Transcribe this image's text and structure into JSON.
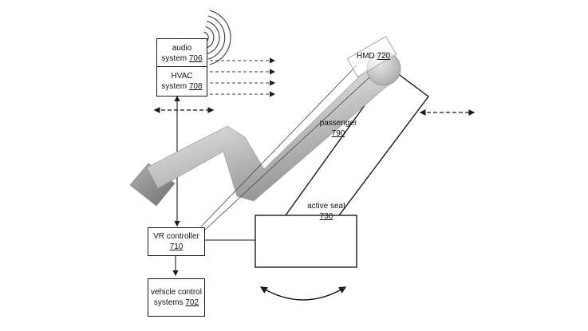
{
  "figure": {
    "type": "patent-style-system-diagram",
    "boxes": {
      "audio_system": {
        "line1": "audio",
        "line2": "system",
        "ref": "706"
      },
      "hvac_system": {
        "line1": "HVAC",
        "line2": "system",
        "ref": "708"
      },
      "vr_controller": {
        "line1": "VR controller",
        "ref": "710"
      },
      "vehicle_control_systems": {
        "line1": "vehicle control",
        "line2": "systems",
        "ref": "702"
      }
    },
    "labels": {
      "hmd": {
        "text": "HMD",
        "ref": "720"
      },
      "passenger": {
        "text": "passenger",
        "ref": "790"
      },
      "active_seat": {
        "text": "active seat",
        "ref": "730"
      }
    },
    "colors": {
      "line": "#1b1b1b",
      "passenger_gradient_start": "#f4f4f4",
      "passenger_gradient_end": "#878787",
      "hmd_outline": "#b3b3b3"
    },
    "icons": {
      "sound_waves": "speaker-wave-arcs",
      "airflow": "dashed-right-arrows",
      "seat_translation": "double-headed-dashed-arrow",
      "seat_rotation": "curved-double-headed-arrow"
    }
  }
}
